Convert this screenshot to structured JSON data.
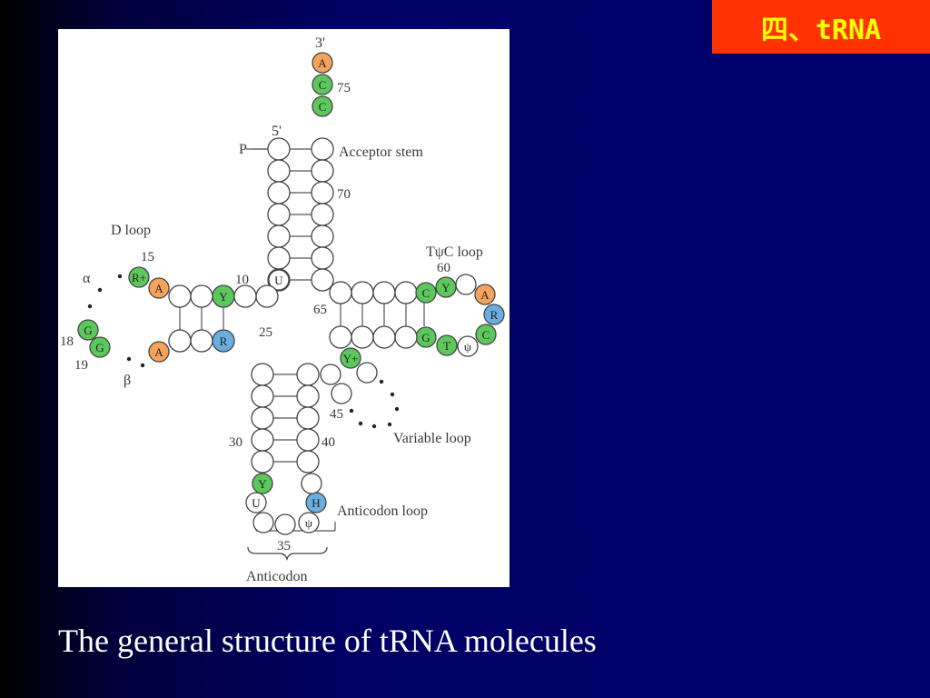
{
  "slide": {
    "title": "四、tRNA",
    "caption": "The general structure of tRNA molecules"
  },
  "colors": {
    "background": "#000066",
    "title_background": "#ff3300",
    "title_text": "#ffff00",
    "caption_text": "#ffffff",
    "nucleotide_fill": "#ffffff",
    "nucleotide_stroke": "#444444",
    "green": "#5cc85c",
    "orange": "#f5a25d",
    "blue": "#6aaee0"
  },
  "diagram": {
    "labels": {
      "three_prime": "3'",
      "five_prime": "5'",
      "phosphate": "P",
      "acceptor_stem": "Acceptor stem",
      "d_loop": "D loop",
      "tpsic_loop": "TψC loop",
      "variable_loop": "Variable loop",
      "anticodon_loop": "Anticodon loop",
      "anticodon": "Anticodon",
      "alpha": "α",
      "beta": "β"
    },
    "position_numbers": [
      "75",
      "70",
      "65",
      "60",
      "15",
      "10",
      "25",
      "18",
      "19",
      "45",
      "30",
      "40",
      "35"
    ],
    "nucleotides": {
      "n1": "A",
      "n2": "C",
      "n3": "C",
      "n4": "",
      "n5": "",
      "n6": "",
      "n7": "",
      "n8": "",
      "n9": "",
      "n10": "",
      "n11": "",
      "n12": "",
      "n13": "",
      "n14": "",
      "n15": "",
      "n16": "",
      "n17": "",
      "n18": "U",
      "n19": "",
      "n20": "Y",
      "n21": "",
      "n22": "A",
      "n23": "R+",
      "n24": "G",
      "n25": "G",
      "n26": "A",
      "n27": "",
      "n28": "R",
      "n29": "",
      "n30": "",
      "n31": "",
      "n32": "",
      "n33": "",
      "n34": "",
      "n35": "",
      "n36": "",
      "n37": "",
      "n38": "",
      "n39": "",
      "n40": "",
      "n41": "",
      "n42": "Y",
      "n43": "U",
      "n44": "",
      "n45": "",
      "n46": "ψ",
      "n47": "H",
      "n48": "",
      "n49": "",
      "n50": "",
      "n51": "",
      "n52": "",
      "n53": "",
      "n54": "",
      "n55": "",
      "n56": "",
      "n57": "",
      "n58": "",
      "n59": "",
      "n60": "C",
      "n61": "Y",
      "n62": "",
      "n63": "A",
      "n64": "R",
      "n65": "C",
      "n66": "ψ",
      "n67": "T",
      "n68": "G",
      "n69": "Y+",
      "n70": ""
    }
  }
}
